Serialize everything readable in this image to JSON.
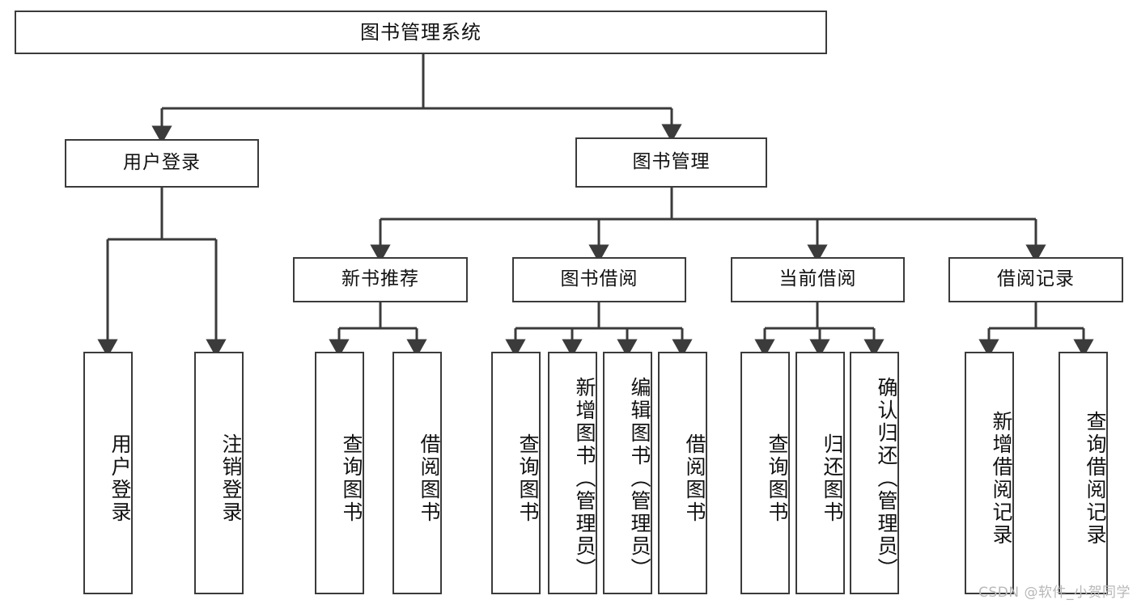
{
  "diagram": {
    "type": "tree-hierarchy",
    "title": "图书管理系统",
    "root": {
      "label": "图书管理系统"
    },
    "level1": [
      {
        "id": "user-login",
        "label": "用户登录"
      },
      {
        "id": "book-manage",
        "label": "图书管理"
      }
    ],
    "level2": [
      {
        "id": "new-book-recommend",
        "label": "新书推荐"
      },
      {
        "id": "book-borrow",
        "label": "图书借阅"
      },
      {
        "id": "current-borrow",
        "label": "当前借阅"
      },
      {
        "id": "borrow-record",
        "label": "借阅记录"
      }
    ],
    "leaves": {
      "user_login": [
        {
          "id": "leaf-user-login",
          "label": "用户登录"
        },
        {
          "id": "leaf-user-logout",
          "label": "注销登录"
        }
      ],
      "new_book_recommend": [
        {
          "id": "leaf-query-book-1",
          "label": "查询图书"
        },
        {
          "id": "leaf-borrow-book-1",
          "label": "借阅图书"
        }
      ],
      "book_borrow": [
        {
          "id": "leaf-query-book-2",
          "label": "查询图书"
        },
        {
          "id": "leaf-add-book",
          "label": "新增图书（管理员）"
        },
        {
          "id": "leaf-edit-book",
          "label": "编辑图书（管理员）"
        },
        {
          "id": "leaf-borrow-book-2",
          "label": "借阅图书"
        }
      ],
      "current_borrow": [
        {
          "id": "leaf-query-book-3",
          "label": "查询图书"
        },
        {
          "id": "leaf-return-book",
          "label": "归还图书"
        },
        {
          "id": "leaf-confirm-return",
          "label": "确认归还（管理员）"
        }
      ],
      "borrow_record": [
        {
          "id": "leaf-add-record",
          "label": "新增借阅记录"
        },
        {
          "id": "leaf-query-record",
          "label": "查询借阅记录"
        }
      ]
    },
    "colors": {
      "box_border": "#3b3b3b",
      "box_fill": "#ffffff",
      "connector": "#3b3b3b",
      "text": "#111111",
      "watermark": "#b8b8b8"
    }
  },
  "watermark": {
    "text": "CSDN @软件_小贺同学"
  }
}
